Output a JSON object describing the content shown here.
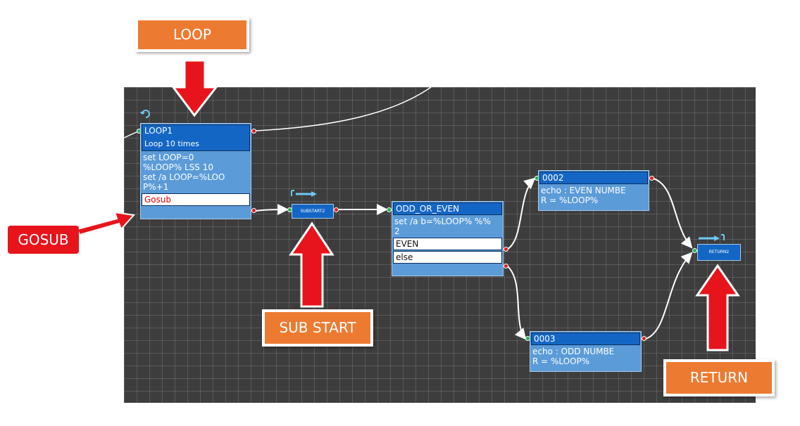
{
  "callouts": {
    "loop": "LOOP",
    "gosub": "GOSUB",
    "sub_start": "SUB START",
    "return": "RETURN"
  },
  "nodes": {
    "loop1": {
      "title": "LOOP1",
      "subtitle": "Loop 10 times",
      "body": [
        "set LOOP=0",
        "%LOOP% LSS 10",
        "set /a LOOP=%LOO",
        "P%+1"
      ],
      "gosub_label": "Gosub"
    },
    "substart2": {
      "label": "SUBSTART2"
    },
    "odd_or_even": {
      "title": "ODD_OR_EVEN",
      "body": [
        "set /a b=%LOOP% %%",
        "2"
      ],
      "even_label": "EVEN",
      "else_label": "else"
    },
    "n0002": {
      "title": "0002",
      "body": [
        "echo : EVEN NUMBE",
        "R = %LOOP%"
      ]
    },
    "n0003": {
      "title": "0003",
      "body": [
        "echo : ODD NUMBE",
        "R = %LOOP%"
      ]
    },
    "return2": {
      "label": "RETURN2"
    }
  },
  "colors": {
    "canvas": "#3d3d3d",
    "node_header": "#1466c5",
    "node_body": "#5b9bd8",
    "callout_orange": "#ed7a31",
    "arrow_red": "#e8141c",
    "in_port": "#21b14b",
    "out_port": "#e01b1b"
  },
  "icons": {
    "loop1": "loop-icon",
    "substart2": "sub-start-icon",
    "return2": "return-icon"
  }
}
